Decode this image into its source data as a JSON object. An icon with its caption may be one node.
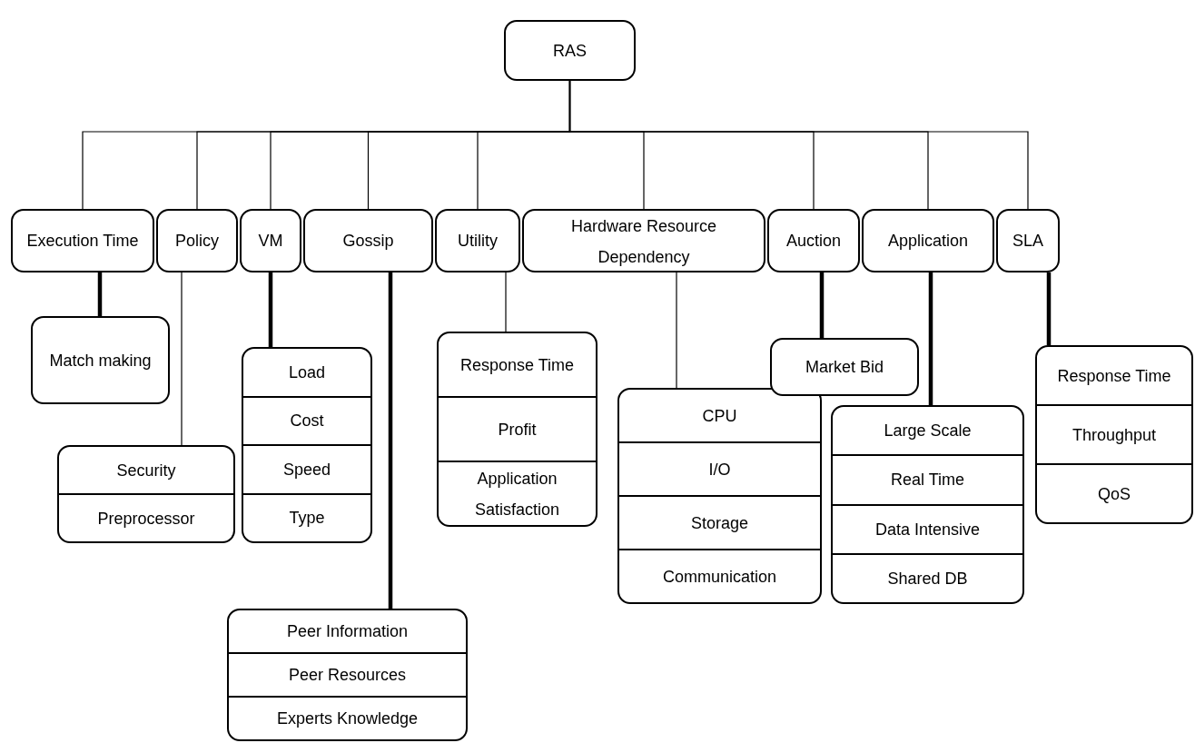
{
  "diagram": {
    "nodes": [
      {
        "text": [
          "RAS"
        ]
      },
      {
        "text": [
          "Execution Time"
        ]
      },
      {
        "text": [
          "Policy"
        ]
      },
      {
        "text": [
          "VM"
        ]
      },
      {
        "text": [
          "Gossip"
        ]
      },
      {
        "text": [
          "Utility"
        ]
      },
      {
        "text": [
          "Hardware Resource Dependency"
        ]
      },
      {
        "text": [
          "Auction"
        ]
      },
      {
        "text": [
          "Application"
        ]
      },
      {
        "text": [
          "SLA"
        ]
      },
      {
        "text": [
          "Match making"
        ]
      },
      {
        "text": [
          "Security",
          "Preprocessor"
        ]
      },
      {
        "text": [
          "Load",
          "Cost",
          "Speed",
          "Type"
        ]
      },
      {
        "text": [
          "Peer Information",
          "Peer Resources",
          "Experts Knowledge"
        ]
      },
      {
        "text": [
          "Response Time",
          "Profit",
          "Application Satisfaction"
        ]
      },
      {
        "text": [
          "CPU",
          "I/O",
          "Storage",
          "Communication"
        ]
      },
      {
        "text": [
          "Market Bid"
        ]
      },
      {
        "text": [
          "Large Scale",
          "Real Time",
          "Data Intensive",
          "Shared DB"
        ]
      },
      {
        "text": [
          "Response Time",
          "Throughput",
          "QoS"
        ]
      }
    ],
    "edges": [
      {
        "from": 0,
        "to": 1,
        "arrow": "none"
      },
      {
        "from": 0,
        "to": 2,
        "arrow": "none"
      },
      {
        "from": 0,
        "to": 3,
        "arrow": "none"
      },
      {
        "from": 0,
        "to": 4,
        "arrow": "none"
      },
      {
        "from": 0,
        "to": 5,
        "arrow": "none"
      },
      {
        "from": 0,
        "to": 6,
        "arrow": "none"
      },
      {
        "from": 0,
        "to": 7,
        "arrow": "none"
      },
      {
        "from": 0,
        "to": 8,
        "arrow": "none"
      },
      {
        "from": 0,
        "to": 9,
        "arrow": "none"
      },
      {
        "from": 1,
        "to": 10,
        "arrow": "none",
        "style": "thick"
      },
      {
        "from": 2,
        "to": 11,
        "arrow": "none"
      },
      {
        "from": 3,
        "to": 12,
        "arrow": "none",
        "style": "thick"
      },
      {
        "from": 4,
        "to": 13,
        "arrow": "none",
        "style": "thick"
      },
      {
        "from": 5,
        "to": 14,
        "arrow": "none"
      },
      {
        "from": 6,
        "to": 15,
        "arrow": "none"
      },
      {
        "from": 7,
        "to": 16,
        "arrow": "none",
        "style": "thick"
      },
      {
        "from": 8,
        "to": 17,
        "arrow": "none",
        "style": "thick"
      },
      {
        "from": 9,
        "to": 18,
        "arrow": "none",
        "style": "thick"
      }
    ]
  }
}
